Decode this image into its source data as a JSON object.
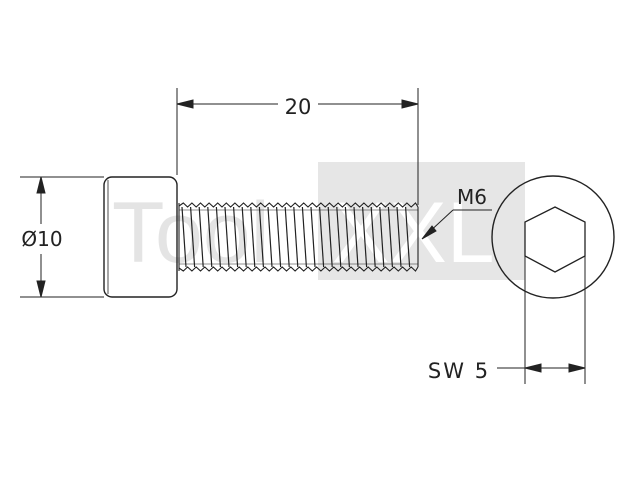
{
  "watermark": {
    "text": "ToolsXXL",
    "color": "#d9d9d9"
  },
  "dimensions": {
    "length": "20",
    "diameter": "Ø10",
    "thread": "M6",
    "wrench_size": "SW 5"
  },
  "colors": {
    "line": "#222222",
    "background": "#ffffff"
  }
}
